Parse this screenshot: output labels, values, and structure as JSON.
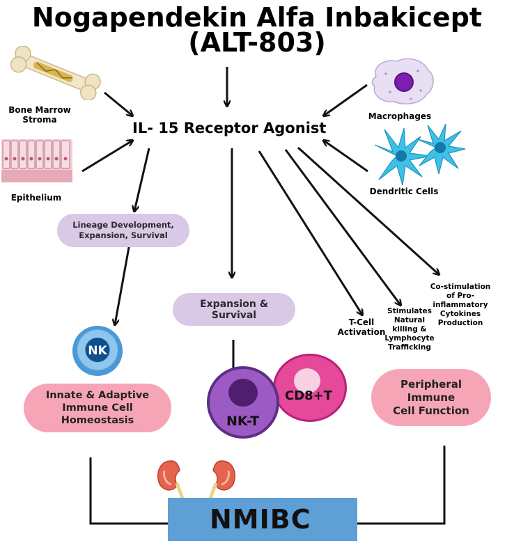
{
  "title": {
    "line1": "Nogapendekin Alfa Inbakicept",
    "line2": "(ALT-803)"
  },
  "center": {
    "label": "IL- 15 Receptor Agonist"
  },
  "sources": {
    "bone_marrow": "Bone Marrow\nStroma",
    "epithelium": "Epithelium",
    "macrophages": "Macrophages",
    "dendritic": "Dendritic Cells"
  },
  "process_boxes": {
    "lineage": "Lineage Development,\nExpansion, Survival",
    "expansion": "Expansion &\nSurvival"
  },
  "effects": {
    "tcell": "T-Cell\nActivation",
    "stimulates": "Stimulates\nNatural\nkilling &\nLymphocyte\nTrafficking",
    "costim": "Co-stimulation\nof Pro-\ninflammatory\nCytokines\nProduction"
  },
  "cells": {
    "nk": "NK",
    "nkt": "NK-T",
    "cd8": "CD8+T"
  },
  "outcomes": {
    "innate": "Innate & Adaptive\nImmune Cell\nHomeostasis",
    "peripheral": "Peripheral\nImmune\nCell Function"
  },
  "target": {
    "label": "NMIBC"
  },
  "colors": {
    "lilac_box": "#d9c8e6",
    "pink_box": "#f6a5b6",
    "nmibc_box": "#5e9fd6",
    "nk_cell": "#4a98d6",
    "nkt_cell": "#9c5ac4",
    "cd8_cell": "#e6489a"
  },
  "icons": [
    "bone-icon",
    "epithelium-icon",
    "macrophage-icon",
    "dendritic-cell-icon",
    "kidney-bladder-icon"
  ]
}
